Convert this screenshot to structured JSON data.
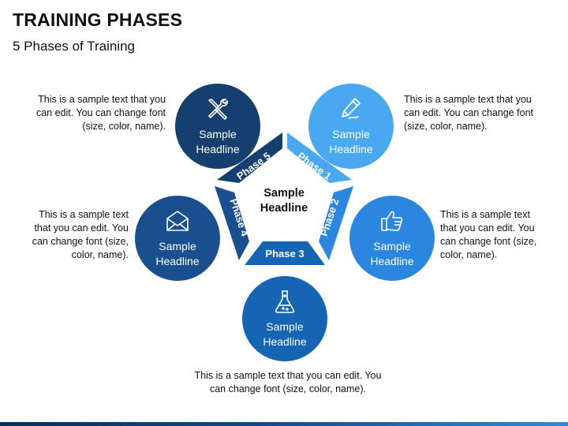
{
  "header": {
    "title": "TRAINING PHASES",
    "subtitle": "5 Phases of Training"
  },
  "center": {
    "headline": "Sample Headline"
  },
  "phases": [
    {
      "label": "Phase 1",
      "color": "#4aa8f0"
    },
    {
      "label": "Phase 2",
      "color": "#2b86e0"
    },
    {
      "label": "Phase 3",
      "color": "#1565b4"
    },
    {
      "label": "Phase 4",
      "color": "#1a4f8f"
    },
    {
      "label": "Phase 5",
      "color": "#143f6e"
    }
  ],
  "circles": [
    {
      "headline": "Sample Headline",
      "icon": "pen-icon",
      "color": "#4aa8f0",
      "text": "This is a sample text that you can edit. You can change font (size, color, name)."
    },
    {
      "headline": "Sample Headline",
      "icon": "thumbs-up-icon",
      "color": "#2b86e0",
      "text": "This is a sample text that you can edit. You can change font (size, color, name)."
    },
    {
      "headline": "Sample Headline",
      "icon": "flask-icon",
      "color": "#1565b4",
      "text": "This is a sample text that you can edit. You can change font (size, color, name)."
    },
    {
      "headline": "Sample Headline",
      "icon": "envelope-icon",
      "color": "#1a4f8f",
      "text": "This is a sample text that you can edit. You can change font (size, color, name)."
    },
    {
      "headline": "Sample Headline",
      "icon": "tools-icon",
      "color": "#143f6e",
      "text": "This is a sample text that you can edit. You can change font (size, color, name)."
    }
  ]
}
